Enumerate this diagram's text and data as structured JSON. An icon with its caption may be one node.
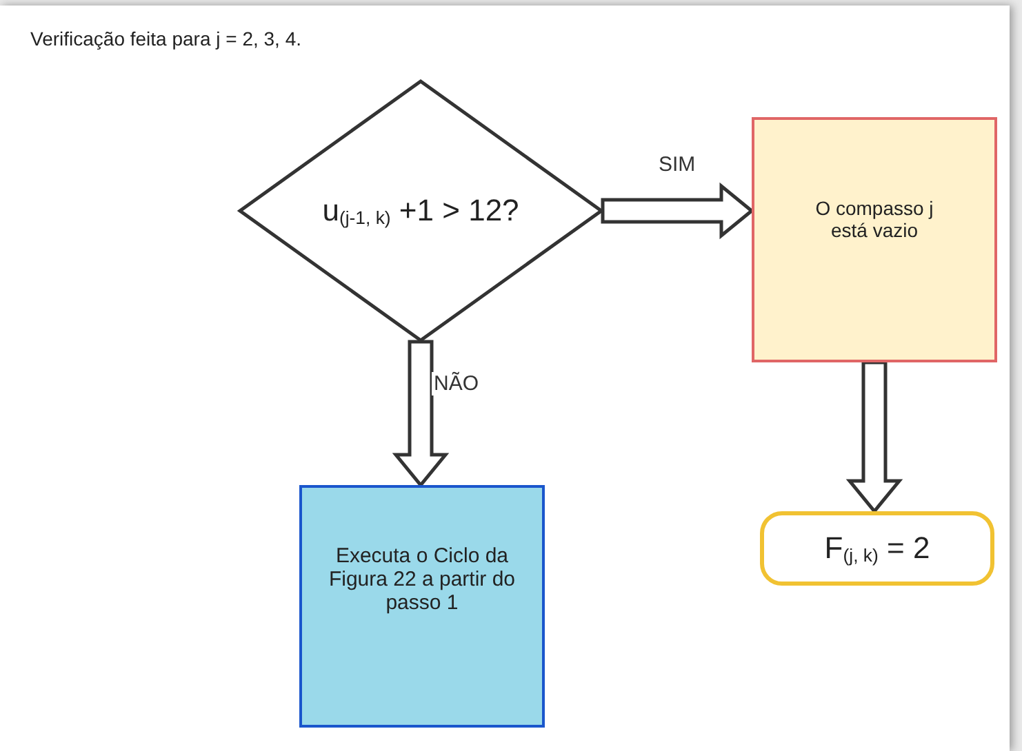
{
  "diagram": {
    "title": "Verificação feita para j = 2, 3, 4.",
    "nodes": [
      {
        "text": [
          "u$_{(j-1, k)}$ +1 > 12?"
        ]
      },
      {
        "text": [
          "O compasso j está vazio"
        ]
      },
      {
        "text": [
          "Executa o Ciclo da Figura 22 a partir do passo 1"
        ]
      },
      {
        "text": [
          "F$_{(j, k)}$ = 2"
        ]
      }
    ],
    "edges": [
      {
        "from": 0,
        "to": 1,
        "arrow": "to",
        "label": "SIM"
      },
      {
        "from": 0,
        "to": 2,
        "arrow": "to",
        "label": "NÃO"
      },
      {
        "from": 1,
        "to": 3,
        "arrow": "to"
      }
    ]
  }
}
